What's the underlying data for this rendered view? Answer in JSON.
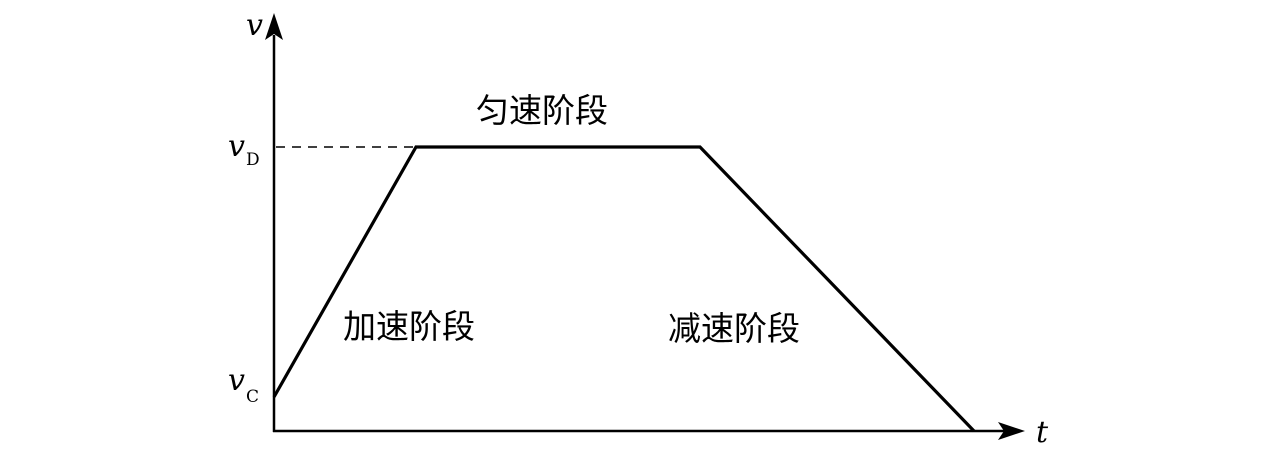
{
  "axes": {
    "y_symbol": "v",
    "x_symbol": "t"
  },
  "levels": {
    "v_high": {
      "symbol": "v",
      "subscript": "D"
    },
    "v_low": {
      "symbol": "v",
      "subscript": "C"
    }
  },
  "phases": {
    "accelerate": "加速阶段",
    "constant": "匀速阶段",
    "decelerate": "减速阶段"
  },
  "colors": {
    "line": "#000000",
    "background": "#ffffff"
  }
}
